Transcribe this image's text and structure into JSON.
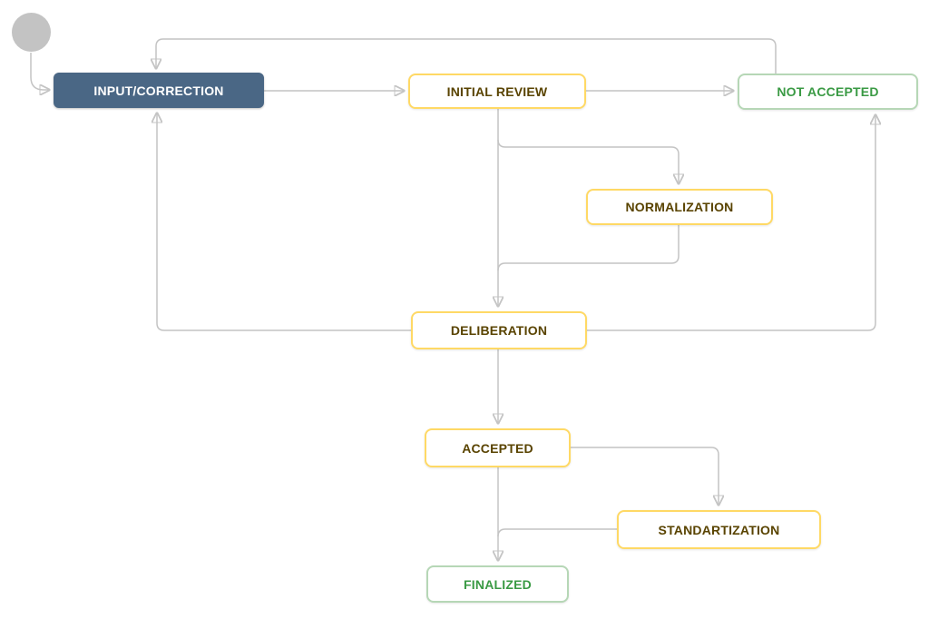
{
  "diagram": {
    "type": "workflow-state-diagram",
    "nodes": {
      "input_correction": {
        "label": "INPUT/CORRECTION",
        "status_type": "current"
      },
      "initial_review": {
        "label": "INITIAL REVIEW",
        "status_type": "in-progress"
      },
      "not_accepted": {
        "label": "NOT ACCEPTED",
        "status_type": "done"
      },
      "normalization": {
        "label": "NORMALIZATION",
        "status_type": "in-progress"
      },
      "deliberation": {
        "label": "DELIBERATION",
        "status_type": "in-progress"
      },
      "accepted": {
        "label": "ACCEPTED",
        "status_type": "in-progress"
      },
      "standartization": {
        "label": "STANDARTIZATION",
        "status_type": "in-progress"
      },
      "finalized": {
        "label": "FINALIZED",
        "status_type": "done"
      }
    },
    "edges": [
      {
        "from": "start",
        "to": "input_correction"
      },
      {
        "from": "input_correction",
        "to": "initial_review"
      },
      {
        "from": "initial_review",
        "to": "not_accepted"
      },
      {
        "from": "not_accepted",
        "to": "input_correction"
      },
      {
        "from": "initial_review",
        "to": "normalization"
      },
      {
        "from": "initial_review",
        "to": "deliberation"
      },
      {
        "from": "normalization",
        "to": "deliberation"
      },
      {
        "from": "deliberation",
        "to": "input_correction"
      },
      {
        "from": "deliberation",
        "to": "not_accepted"
      },
      {
        "from": "deliberation",
        "to": "accepted"
      },
      {
        "from": "accepted",
        "to": "standartization"
      },
      {
        "from": "accepted",
        "to": "finalized"
      },
      {
        "from": "standartization",
        "to": "finalized"
      }
    ],
    "colors": {
      "selected_bg": "#4a6785",
      "selected_text": "#ffffff",
      "yellow_border": "#ffd965",
      "yellow_text": "#594300",
      "green_border": "#b6d7b6",
      "green_text": "#3a9a44",
      "edge": "#c4c4c4",
      "arrowhead": "#b9b9b9",
      "start_circle": "#c3c3c3"
    }
  }
}
